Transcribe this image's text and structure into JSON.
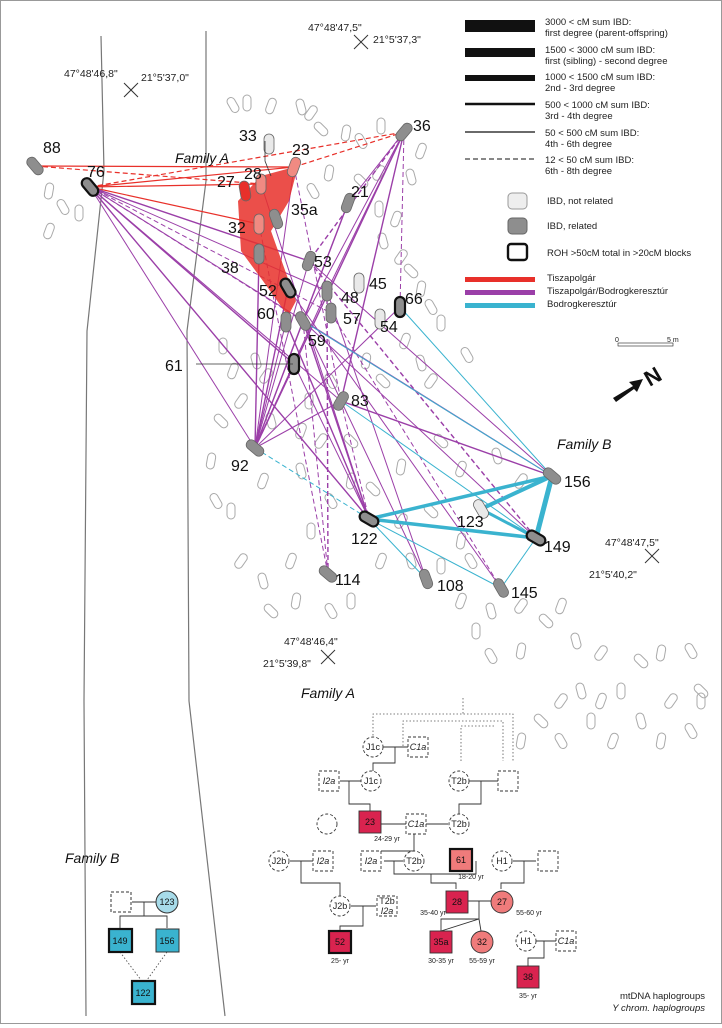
{
  "map": {
    "coords": [
      {
        "lat": "47°48'47,5\"",
        "lon": "21°5'37,3\""
      },
      {
        "lat": "47°48'46,8\"",
        "lon": "21°5'37,0\""
      },
      {
        "lat": "47°48'47,5\"",
        "lon": "21°5'40,2\""
      },
      {
        "lat": "47°48'46,4\"",
        "lon": "21°5'39,8\""
      }
    ],
    "family_a_label": "Family A",
    "family_b_label": "Family B",
    "scale_start": "0",
    "scale_end": "5 m",
    "north": "N",
    "graves": [
      {
        "id": "88",
        "status": "related"
      },
      {
        "id": "76",
        "status": "related",
        "roh": true
      },
      {
        "id": "33",
        "status": "not_related"
      },
      {
        "id": "23",
        "status": "related",
        "lineage": "tisza"
      },
      {
        "id": "36",
        "status": "related"
      },
      {
        "id": "28",
        "status": "related",
        "lineage": "tisza"
      },
      {
        "id": "27",
        "status": "related",
        "lineage": "tisza"
      },
      {
        "id": "21",
        "status": "related"
      },
      {
        "id": "35a",
        "status": "related"
      },
      {
        "id": "32",
        "status": "related",
        "lineage": "tisza"
      },
      {
        "id": "38",
        "status": "related"
      },
      {
        "id": "53",
        "status": "related"
      },
      {
        "id": "45",
        "status": "not_related"
      },
      {
        "id": "52",
        "status": "related",
        "roh": true
      },
      {
        "id": "48",
        "status": "related"
      },
      {
        "id": "66",
        "status": "related",
        "roh": true
      },
      {
        "id": "60",
        "status": "related"
      },
      {
        "id": "57",
        "status": "related"
      },
      {
        "id": "54",
        "status": "not_related"
      },
      {
        "id": "59",
        "status": "related"
      },
      {
        "id": "61",
        "status": "related",
        "roh": true
      },
      {
        "id": "83",
        "status": "related"
      },
      {
        "id": "92",
        "status": "related"
      },
      {
        "id": "156",
        "status": "related"
      },
      {
        "id": "123",
        "status": "not_related"
      },
      {
        "id": "122",
        "status": "related",
        "roh": true
      },
      {
        "id": "149",
        "status": "related",
        "roh": true
      },
      {
        "id": "114",
        "status": "related"
      },
      {
        "id": "108",
        "status": "related"
      },
      {
        "id": "145",
        "status": "related"
      }
    ]
  },
  "legend": {
    "ibd": [
      {
        "label": "3000 < cM sum IBD:",
        "sub": "first degree (parent-offspring)"
      },
      {
        "label": "1500 < 3000 cM sum IBD:",
        "sub": "first (sibling) - second degree"
      },
      {
        "label": "1000 < 1500 cM sum IBD:",
        "sub": "2nd - 3rd degree"
      },
      {
        "label": "500 < 1000 cM sum IBD:",
        "sub": "3rd - 4th degree"
      },
      {
        "label": "50 < 500 cM sum IBD:",
        "sub": "4th - 6th degree"
      },
      {
        "label": "12 < 50 cM sum IBD:",
        "sub": "6th - 8th degree"
      }
    ],
    "symbols": [
      {
        "label": "IBD, not related"
      },
      {
        "label": "IBD, related"
      },
      {
        "label": "ROH >50cM total in >20cM blocks"
      }
    ],
    "cultures": [
      {
        "label": "Tiszapolgár",
        "color": "#e8302a"
      },
      {
        "label": "Tiszapolgár/Bodrogkeresztúr",
        "color": "#9b3fa8"
      },
      {
        "label": "Bodrogkeresztúr",
        "color": "#3ab3cf"
      }
    ]
  },
  "pedigree_a": {
    "title": "Family A",
    "haplo": {
      "J1c": "J1c",
      "C1a": "C1a",
      "I2a": "I2a",
      "T2b": "T2b",
      "J2b": "J2b",
      "H1": "H1",
      "T2b_I2a": "T2b"
    },
    "individuals": [
      {
        "id": "23",
        "age": "24-29 yr"
      },
      {
        "id": "61",
        "age": "18-20 yr"
      },
      {
        "id": "28",
        "age": "35-40 yr"
      },
      {
        "id": "27",
        "age": "55-60 yr"
      },
      {
        "id": "52",
        "age": "25- yr"
      },
      {
        "id": "35a",
        "age": "30-35 yr"
      },
      {
        "id": "32",
        "age": "55-59 yr"
      },
      {
        "id": "38",
        "age": "35- yr"
      }
    ]
  },
  "pedigree_b": {
    "title": "Family B",
    "individuals": [
      {
        "id": "123"
      },
      {
        "id": "149"
      },
      {
        "id": "156"
      },
      {
        "id": "122"
      }
    ]
  },
  "footer": {
    "line1": "mtDNA haplogroups",
    "line2": "Y chrom. haplogroups"
  },
  "colors": {
    "tisza": "#e8302a",
    "mixed": "#9b3fa8",
    "bodrog": "#3ab3cf",
    "red_fill": "#d9234f",
    "pink_fill": "#ef7b7b",
    "blue_fill": "#3ab3cf",
    "related_gray": "#8e8e8e"
  }
}
